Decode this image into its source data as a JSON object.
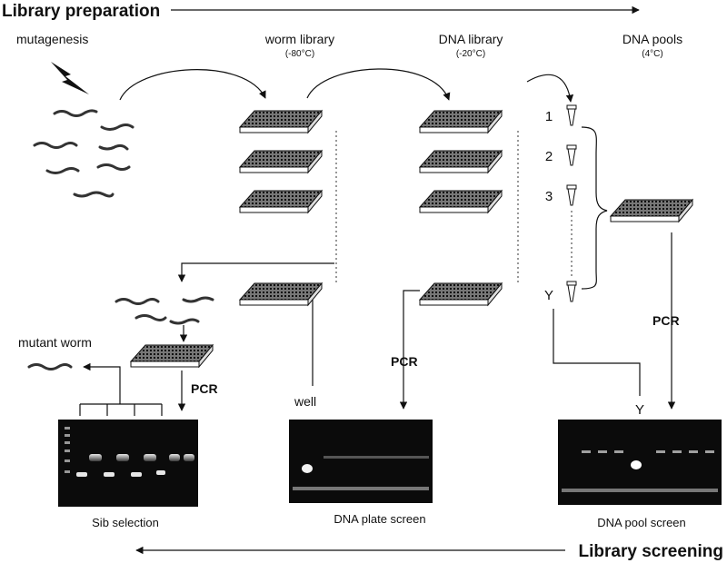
{
  "header": {
    "top_title": "Library preparation",
    "bottom_title": "Library screening"
  },
  "labels": {
    "mutagenesis": "mutagenesis",
    "worm_library": "worm library",
    "worm_library_temp": "(-80°C)",
    "dna_library": "DNA library",
    "dna_library_temp": "(-20°C)",
    "dna_pools": "DNA pools",
    "dna_pools_temp": "(4°C)",
    "mutant_worm": "mutant worm",
    "well": "well",
    "pool_1": "1",
    "pool_2": "2",
    "pool_3": "3",
    "pool_y": "Y",
    "pool_y_lower": "Y",
    "pcr": "PCR",
    "sib_selection": "Sib selection",
    "dna_plate_screen": "DNA plate screen",
    "dna_pool_screen": "DNA pool screen"
  }
}
